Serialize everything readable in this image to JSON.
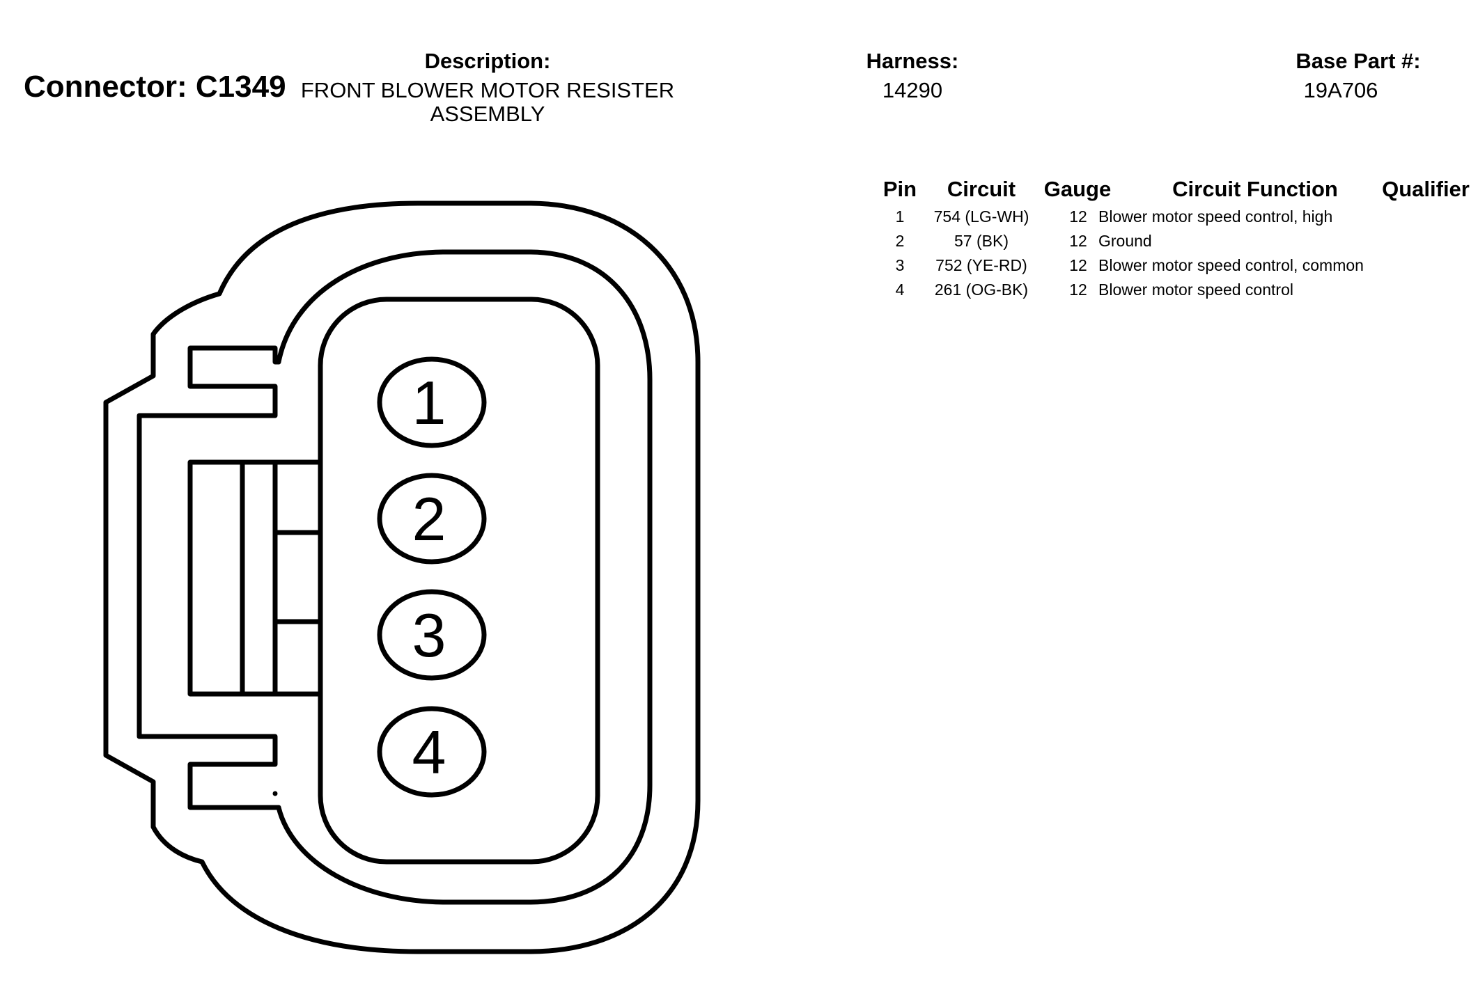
{
  "connector": {
    "title": "Connector: C1349"
  },
  "description": {
    "label": "Description:",
    "value": "FRONT BLOWER MOTOR RESISTER ASSEMBLY"
  },
  "harness": {
    "label": "Harness:",
    "value": "14290"
  },
  "base_part": {
    "label": "Base Part #:",
    "value": "19A706"
  },
  "table": {
    "headers": {
      "pin": "Pin",
      "circuit": "Circuit",
      "gauge": "Gauge",
      "function": "Circuit Function",
      "qualifier": "Qualifier"
    },
    "rows": [
      {
        "pin": "1",
        "circuit": "754 (LG-WH)",
        "gauge": "12",
        "function": "Blower motor speed control, high",
        "qualifier": ""
      },
      {
        "pin": "2",
        "circuit": "57 (BK)",
        "gauge": "12",
        "function": "Ground",
        "qualifier": ""
      },
      {
        "pin": "3",
        "circuit": "752 (YE-RD)",
        "gauge": "12",
        "function": "Blower motor speed control, common",
        "qualifier": ""
      },
      {
        "pin": "4",
        "circuit": "261 (OG-BK)",
        "gauge": "12",
        "function": "Blower motor speed control",
        "qualifier": ""
      }
    ]
  },
  "diagram": {
    "pins": [
      "1",
      "2",
      "3",
      "4"
    ],
    "stroke_color": "#000000",
    "fill_color": "#ffffff"
  }
}
